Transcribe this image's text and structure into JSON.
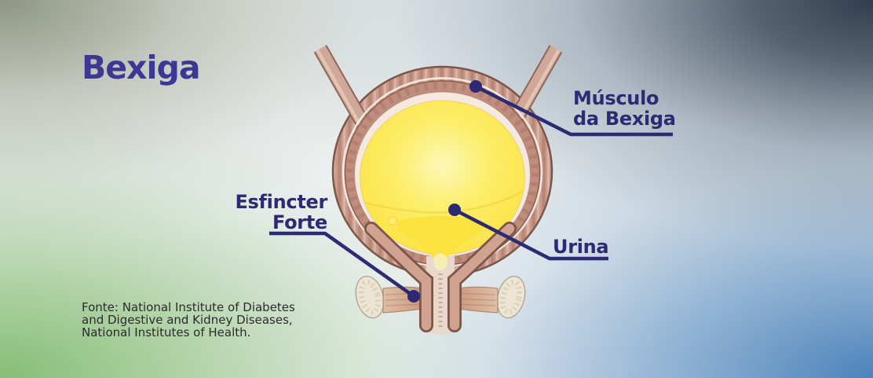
{
  "title": "Bexiga",
  "labels": {
    "muscle": {
      "line1": "Músculo",
      "line2": "da Bexiga"
    },
    "sphincter": {
      "line1": "Esfincter",
      "line2": "Forte"
    },
    "urine": {
      "line1": "Urina"
    }
  },
  "source": {
    "line1": "Fonte: National Institute of Diabetes",
    "line2": "and Digestive and Kidney Diseases,",
    "line3": "National Institutes of Health."
  },
  "colors": {
    "title_text": "#3c3894",
    "label_text": "#2b2a72",
    "leader_line": "#2b2a72",
    "muscle_pink": "#cb9c8c",
    "mucosa_pink": "#c18d7e",
    "lining_cream": "#f4e8df",
    "urine_yellow": "#fbe23f",
    "bone_cream": "#ece5d3",
    "source_text": "#2b2b2b",
    "background_green": "#8cbe7e",
    "background_gray_green": "#9aa492",
    "background_dark_slate": "#2c3a4c",
    "background_blue": "#4d80b1"
  }
}
